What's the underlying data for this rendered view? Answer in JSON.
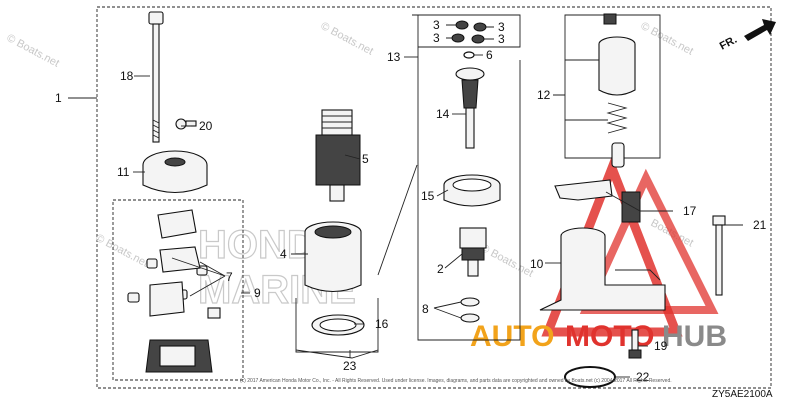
{
  "diagram": {
    "diagram_code": "ZY5AE2100A",
    "front_arrow_label": "FR.",
    "copyright_line": "(c) 2017 American Honda Motor Co., Inc. - All Rights Reserved. Used under license. Images, diagrams, and parts data are copyrighted and owned by Boats.net (c) 2004-2017 All Rights Reserved.",
    "callouts": [
      "1",
      "2",
      "3",
      "3",
      "3",
      "3",
      "4",
      "5",
      "6",
      "7",
      "8",
      "9",
      "10",
      "11",
      "12",
      "13",
      "14",
      "15",
      "16",
      "17",
      "18",
      "19",
      "20",
      "21",
      "22",
      "23"
    ]
  },
  "watermarks": {
    "boats_net": "© Boats.net",
    "boats_net_short": "Boats.net",
    "brand_auto": "AUTO",
    "brand_moto": "MOTO",
    "brand_hub": "HUB",
    "ghost_line1": "HONDA",
    "ghost_line2": "MARINE"
  },
  "colors": {
    "logo_red": "#e0332e",
    "logo_orange": "#f2a31b",
    "logo_gray": "#8a8a8a"
  }
}
